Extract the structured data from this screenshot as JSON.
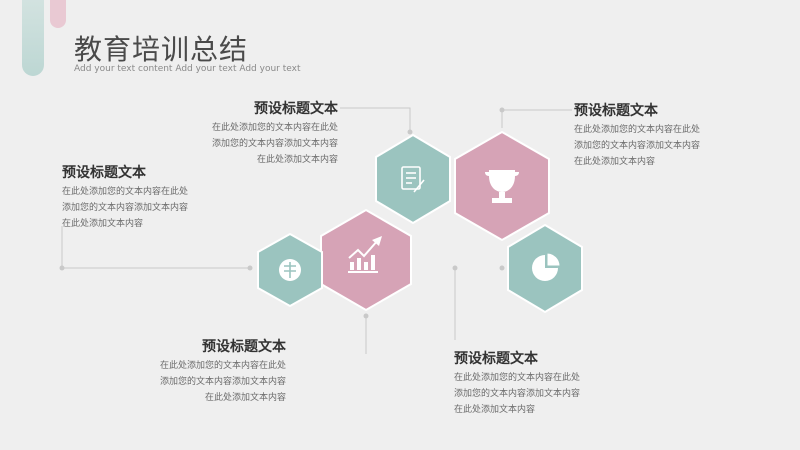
{
  "header": {
    "title": "教育培训总结",
    "subtitle": "Add your text content Add your text Add your text"
  },
  "blocks": [
    {
      "id": "b1",
      "title": "预设标题文本",
      "lines": [
        "在此处添加您的文本内容在此处",
        "添加您的文本内容添加文本内容",
        "在此处添加文本内容"
      ]
    },
    {
      "id": "b2",
      "title": "预设标题文本",
      "lines": [
        "在此处添加您的文本内容在此处",
        "添加您的文本内容添加文本内容",
        "在此处添加文本内容"
      ]
    },
    {
      "id": "b3",
      "title": "预设标题文本",
      "lines": [
        "在此处添加您的文本内容在此处",
        "添加您的文本内容添加文本内容",
        "在此处添加文本内容"
      ]
    },
    {
      "id": "b4",
      "title": "预设标题文本",
      "lines": [
        "在此处添加您的文本内容在此处",
        "添加您的文本内容添加文本内容",
        "在此处添加文本内容"
      ]
    },
    {
      "id": "b5",
      "title": "预设标题文本",
      "lines": [
        "在此处添加您的文本内容在此处",
        "添加您的文本内容添加文本内容",
        "在此处添加文本内容"
      ]
    }
  ],
  "colors": {
    "teal": "#9bc4bf",
    "pink": "#d6a3b6",
    "line": "#c9c9c9"
  },
  "icons": [
    "document-pen-icon",
    "trophy-icon",
    "growth-chart-icon",
    "coin-icon",
    "pie-chart-icon"
  ]
}
